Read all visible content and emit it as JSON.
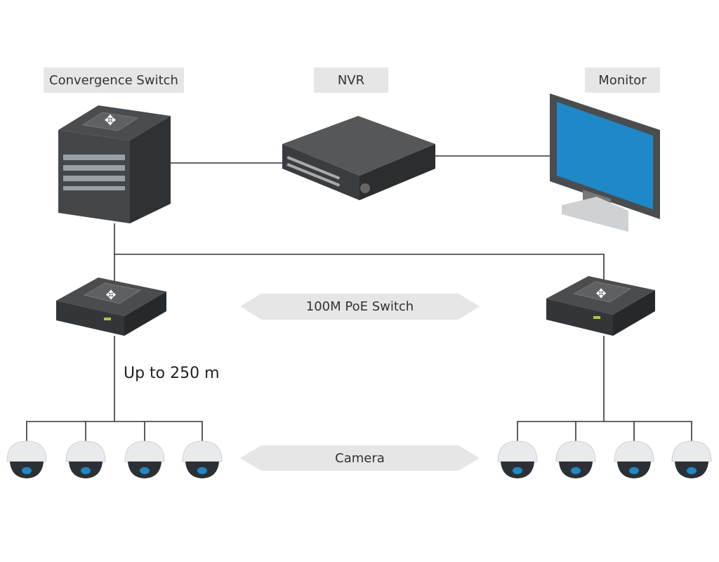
{
  "labels": {
    "convergence_switch": "Convergence Switch",
    "nvr": "NVR",
    "monitor": "Monitor",
    "poe_switch": "100M PoE Switch",
    "camera": "Camera",
    "distance": "Up to 250 m"
  },
  "colors": {
    "label_bg": "#e6e6e6",
    "device_dark": "#3a3d40",
    "screen_blue": "#1e88c8",
    "line": "#333333"
  }
}
